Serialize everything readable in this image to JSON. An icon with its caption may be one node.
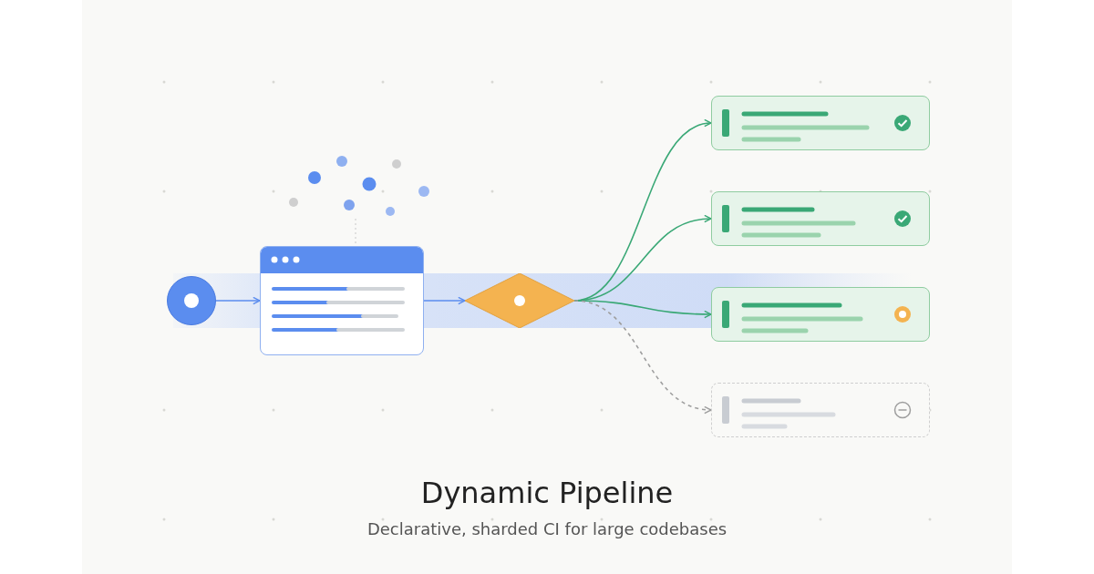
{
  "diagram": {
    "title": "Dynamic Pipeline",
    "caption": "Declarative, sharded CI for large codebases",
    "nodes": [
      {
        "text": [],
        "shape": "circle"
      },
      {
        "text": [],
        "shape": "box"
      },
      {
        "text": [],
        "shape": "diamond"
      },
      {
        "text": [],
        "shape": "box"
      },
      {
        "text": [],
        "shape": "box"
      },
      {
        "text": [],
        "shape": "box"
      },
      {
        "text": [],
        "shape": "box"
      }
    ],
    "edges": [
      {
        "from": 0,
        "to": 1,
        "arrow": "to",
        "color": "#5b8def"
      },
      {
        "from": 1,
        "to": 2,
        "arrow": "to",
        "color": "#5b8def"
      },
      {
        "from": 2,
        "to": 3,
        "arrow": "to"
      },
      {
        "from": 2,
        "to": 4,
        "arrow": "to"
      },
      {
        "from": 2,
        "to": 5,
        "arrow": "to"
      },
      {
        "from": 2,
        "to": 6,
        "arrow": "to",
        "style": "dashed",
        "color": "#9e9e9e"
      }
    ]
  }
}
